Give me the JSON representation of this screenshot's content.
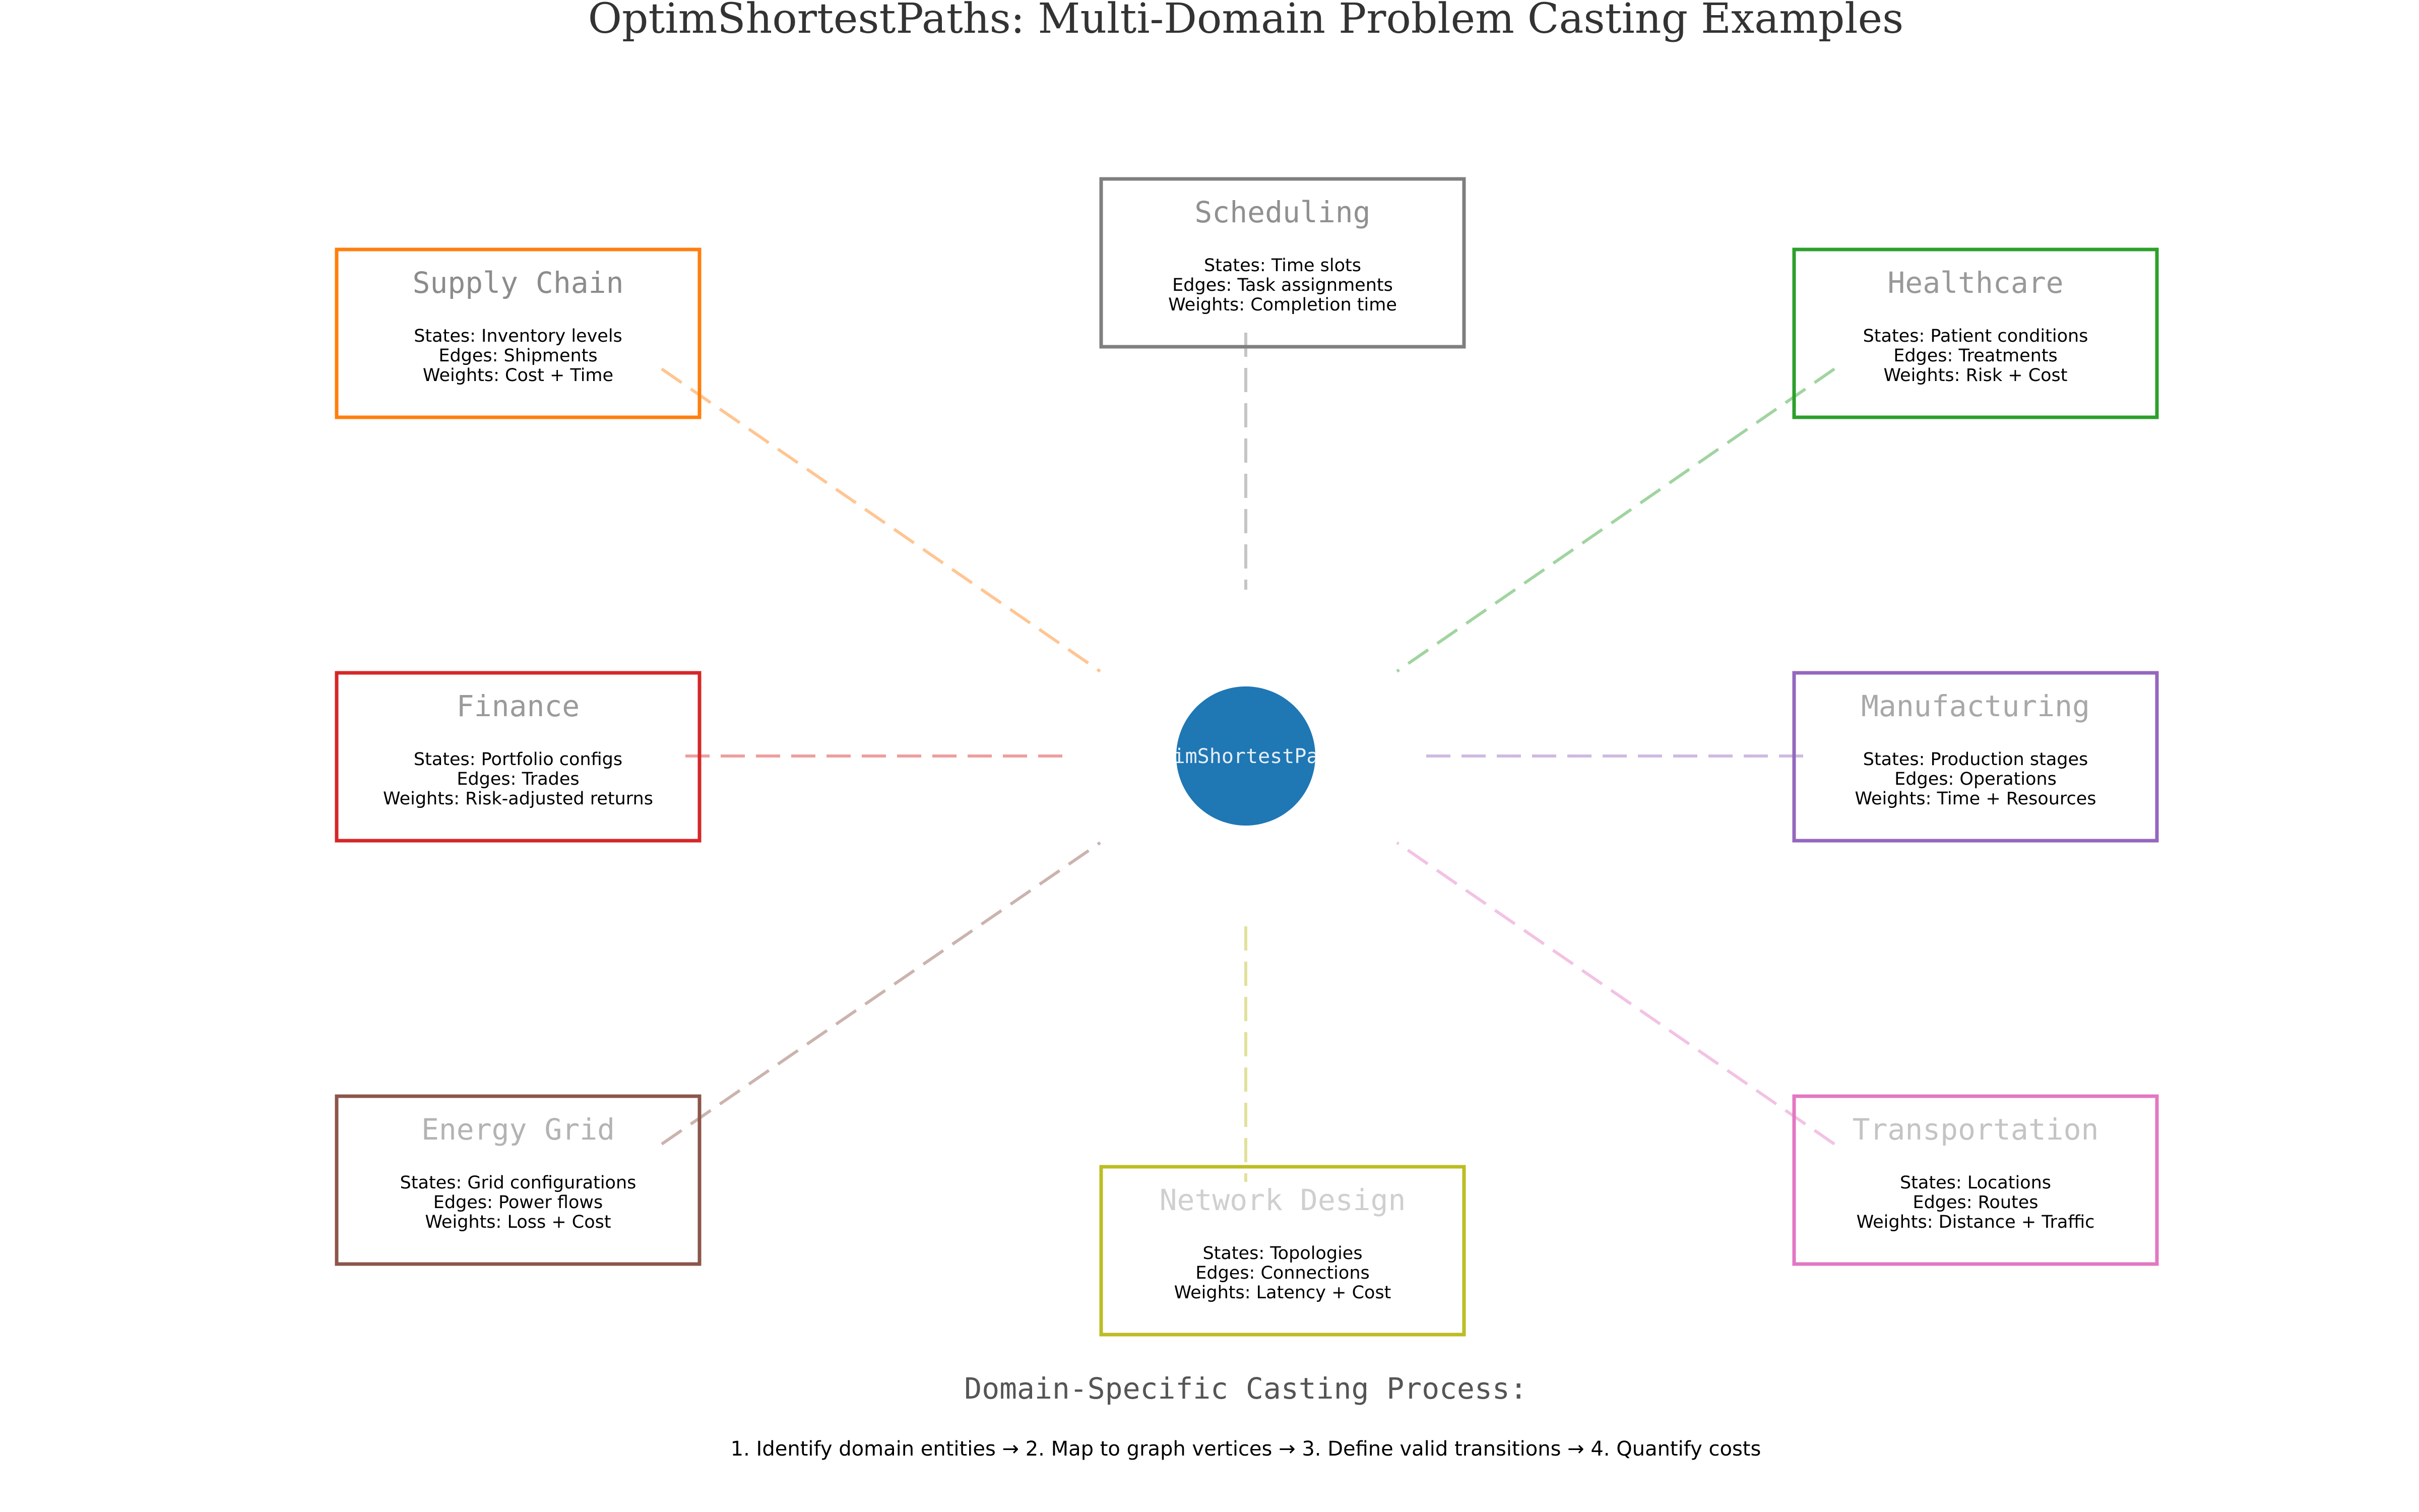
{
  "title": "OptimShortestPaths: Multi-Domain Problem Casting Examples",
  "center": {
    "label": "OptimShortestPaths",
    "color": "#1f77b4"
  },
  "domains": [
    {
      "name": "Scheduling",
      "color": "#7f7f7f",
      "title_color": "#909090",
      "states": "States: Time slots",
      "edges": "Edges: Task assignments",
      "weights": "Weights: Completion time"
    },
    {
      "name": "Supply Chain",
      "color": "#ff7f0e",
      "title_color": "#8c8c8c",
      "states": "States: Inventory levels",
      "edges": "Edges: Shipments",
      "weights": "Weights: Cost + Time"
    },
    {
      "name": "Healthcare",
      "color": "#2ca02c",
      "title_color": "#999999",
      "states": "States: Patient conditions",
      "edges": "Edges: Treatments",
      "weights": "Weights: Risk + Cost"
    },
    {
      "name": "Finance",
      "color": "#d62728",
      "title_color": "#9a9a9a",
      "states": "States: Portfolio configs",
      "edges": "Edges: Trades",
      "weights": "Weights: Risk-adjusted returns"
    },
    {
      "name": "Manufacturing",
      "color": "#9467bd",
      "title_color": "#a8a8a8",
      "states": "States: Production stages",
      "edges": "Edges: Operations",
      "weights": "Weights: Time + Resources"
    },
    {
      "name": "Energy Grid",
      "color": "#8c564b",
      "title_color": "#b3b3b3",
      "states": "States: Grid configurations",
      "edges": "Edges: Power flows",
      "weights": "Weights: Loss + Cost"
    },
    {
      "name": "Network Design",
      "color": "#bcbd22",
      "title_color": "#cfcfcf",
      "states": "States: Topologies",
      "edges": "Edges: Connections",
      "weights": "Weights: Latency + Cost"
    },
    {
      "name": "Transportation",
      "color": "#e377c2",
      "title_color": "#c4c4c4",
      "states": "States: Locations",
      "edges": "Edges: Routes",
      "weights": "Weights: Distance + Traffic"
    }
  ],
  "process": {
    "heading": "Domain-Specific Casting Process:",
    "steps": "1. Identify domain entities → 2. Map to graph vertices → 3. Define valid transitions → 4. Quantify costs"
  }
}
